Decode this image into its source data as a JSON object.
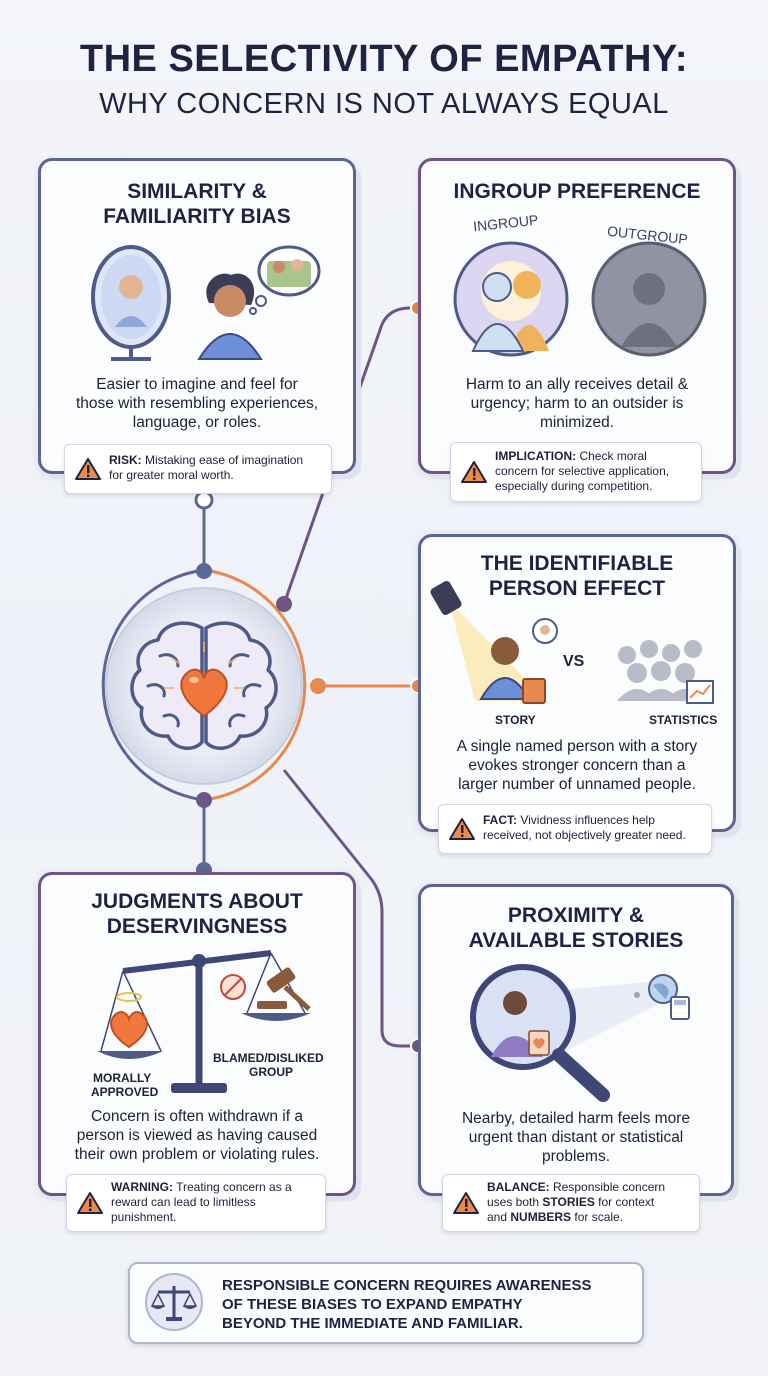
{
  "title": {
    "line1": "THE SELECTIVITY OF EMPATHY:",
    "line2": "WHY CONCERN IS NOT ALWAYS EQUAL"
  },
  "cards": {
    "similarity": {
      "title_line1": "SIMILARITY &",
      "title_line2": "FAMILIARITY BIAS",
      "body": [
        "Easier to imagine and feel for",
        "those with resembling experiences,",
        "language, or roles."
      ],
      "note_label": "RISK:",
      "note_text_1": " Mistaking ease of imagination",
      "note_text_2": "for greater moral worth."
    },
    "ingroup": {
      "title": "INGROUP PREFERENCE",
      "label_in": "INGROUP",
      "label_out": "OUTGROUP",
      "body": [
        "Harm to an ally receives detail &",
        "urgency; harm to an outsider is",
        "minimized."
      ],
      "note_label": "IMPLICATION:",
      "note_text_1": " Check moral",
      "note_text_2": "concern for selective application,",
      "note_text_3": "especially during competition."
    },
    "identifiable": {
      "title_line1": "THE IDENTIFIABLE",
      "title_line2": "PERSON EFFECT",
      "vs": "VS",
      "label_story": "STORY",
      "label_stats": "STATISTICS",
      "body": [
        "A single named person with a story",
        "evokes stronger concern than a",
        "larger number of unnamed people."
      ],
      "note_label": "FACT:",
      "note_text_1": " Vividness influences help",
      "note_text_2": "received, not objectively greater need."
    },
    "deservingness": {
      "title_line1": "JUDGMENTS ABOUT",
      "title_line2": "DESERVINGNESS",
      "label_approved_1": "MORALLY",
      "label_approved_2": "APPROVED",
      "label_blamed_1": "BLAMED/DISLIKED",
      "label_blamed_2": "GROUP",
      "body": [
        "Concern is often withdrawn if a",
        "person is viewed as having caused",
        "their own problem or violating rules."
      ],
      "note_label": "WARNING:",
      "note_text_1": " Treating concern as a",
      "note_text_2": "reward can lead to limitless",
      "note_text_3": "punishment."
    },
    "proximity": {
      "title_line1": "PROXIMITY &",
      "title_line2": "AVAILABLE STORIES",
      "body": [
        "Nearby, detailed harm feels more",
        "urgent than distant or statistical",
        "problems."
      ],
      "note_label": "BALANCE:",
      "note_text_1": " Responsible concern",
      "note_text_2a": "uses both ",
      "note_strong_1": "STORIES",
      "note_text_2b": " for context",
      "note_text_3a": "and ",
      "note_strong_2": "NUMBERS",
      "note_text_3b": " for scale."
    }
  },
  "footer": {
    "line1": "RESPONSIBLE CONCERN REQUIRES AWARENESS",
    "line2": "OF THESE BIASES TO EXPAND EMPATHY",
    "line3": "BEYOND THE IMMEDIATE AND FAMILIAR."
  },
  "colors": {
    "navy": "#1e2440",
    "blue_border": "#5a6690",
    "purple_border": "#6f5585",
    "orange_accent": "#e8894f",
    "warning_orange": "#f08a4b"
  },
  "icons": [
    "mirror-icon",
    "person-icon",
    "thought-bubble-icon",
    "hug-icon",
    "silhouette-icon",
    "spotlight-icon",
    "crowd-icon",
    "chart-icon",
    "book-icon",
    "scale-icon",
    "gavel-icon",
    "magnifier-icon",
    "globe-icon",
    "calculator-icon",
    "brain-heart-icon",
    "warning-icon"
  ]
}
